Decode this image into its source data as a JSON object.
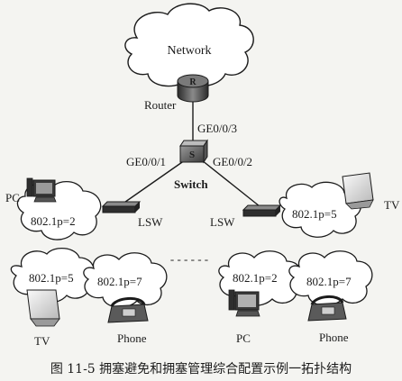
{
  "network": {
    "cloud_label": "Network",
    "router_label": "Router",
    "router_glyph": "R",
    "switch_glyph": "S",
    "switch_label": "Switch"
  },
  "ports": {
    "uplink": "GE0/0/3",
    "left": "GE0/0/1",
    "right": "GE0/0/2"
  },
  "left_group": {
    "lsw_label": "LSW",
    "pc_label": "PC",
    "pc_priority": "802.1p=2",
    "tv_label": "TV",
    "tv_priority": "802.1p=5",
    "phone_label": "Phone",
    "phone_priority": "802.1p=7"
  },
  "right_group": {
    "lsw_label": "LSW",
    "tv_label": "TV",
    "tv_priority": "802.1p=5",
    "pc_label": "PC",
    "pc_priority": "802.1p=2",
    "phone_label": "Phone",
    "phone_priority": "802.1p=7"
  },
  "ellipsis": "- - - - - -",
  "caption": "图 11-5   拥塞避免和拥塞管理综合配置示例一拓扑结构",
  "colors": {
    "background": "#f4f4f1",
    "stroke": "#1b1b1b",
    "cloud_fill": "#ffffff",
    "device_dark": "#3a3a3a"
  }
}
